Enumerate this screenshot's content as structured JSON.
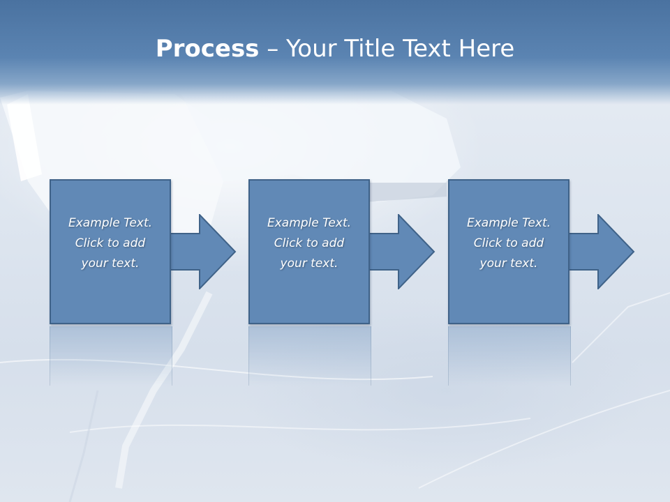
{
  "slide": {
    "title_bold": "Process",
    "title_rest": " – Your Title Text Here"
  },
  "steps": [
    {
      "line1": "Example Text.",
      "line2": "Click  to add",
      "line3": "your text."
    },
    {
      "line1": "Example Text.",
      "line2": "Click  to add",
      "line3": "your text."
    },
    {
      "line1": "Example Text.",
      "line2": "Click  to add",
      "line3": "your text."
    }
  ],
  "colors": {
    "title_bar": "#5b84b2",
    "step_fill": "#6189b6",
    "step_border": "#3f6288",
    "text": "#ffffff"
  }
}
